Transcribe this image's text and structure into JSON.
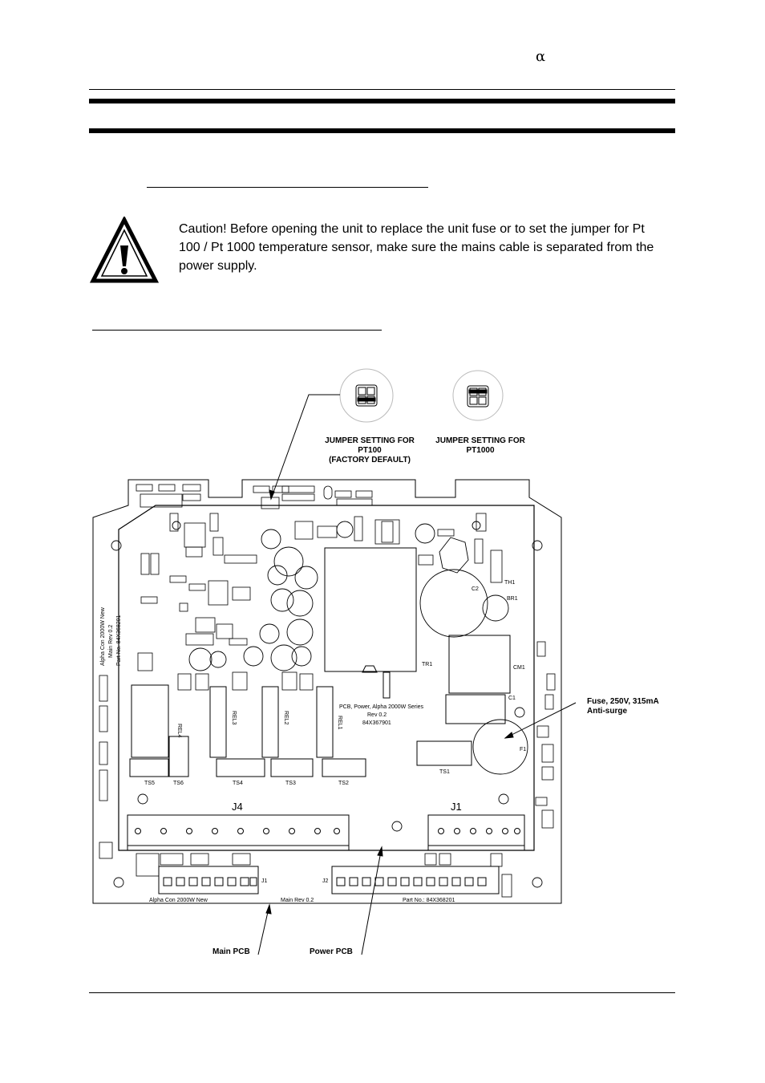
{
  "header": {
    "alpha_symbol": "α"
  },
  "caution": {
    "text": "Caution! Before opening the unit to replace the unit fuse or to set the jumper for Pt 100 / Pt 1000 temperature sensor, make sure the mains cable is separated from the power supply."
  },
  "figure": {
    "jumper_pt100_label_line1": "JUMPER SETTING FOR",
    "jumper_pt100_label_line2": "PT100",
    "jumper_pt100_label_line3": "(FACTORY DEFAULT)",
    "jumper_pt1000_label_line1": "JUMPER SETTING FOR",
    "jumper_pt1000_label_line2": "PT1000",
    "fuse_label_line1": "Fuse, 250V, 315mA",
    "fuse_label_line2": "Anti-surge",
    "main_pcb_label": "Main PCB",
    "power_pcb_label": "Power PCB",
    "board_silk": {
      "j4": "J4",
      "j1": "J1",
      "j2": "J2",
      "j1_main": "J1",
      "ts5": "TS5",
      "ts6": "TS6",
      "ts4": "TS4",
      "ts3": "TS3",
      "ts2": "TS2",
      "ts1": "TS1",
      "rel4": "REL4",
      "rel3": "REL3",
      "rel2": "REL2",
      "rel1": "REL1",
      "tr1": "TR1",
      "cm1": "CM1",
      "c1": "C1",
      "c2": "C2",
      "f1": "F1",
      "br1": "BR1",
      "th1": "TH1",
      "power_pcb_silk_1": "PCB, Power, Alpha 2000W Series",
      "power_pcb_silk_2": "Rev 0.2",
      "power_pcb_silk_3": "84X367901",
      "main_bottom_left": "Alpha Con 2000W New",
      "main_bottom_mid": "Main Rev 0.2",
      "main_bottom_right": "Part No.: 84X368201",
      "main_side_1": "Alpha Con 2000W New",
      "main_side_2": "Main Rev 0.2",
      "main_side_3": "Part No. 84X368201"
    }
  }
}
